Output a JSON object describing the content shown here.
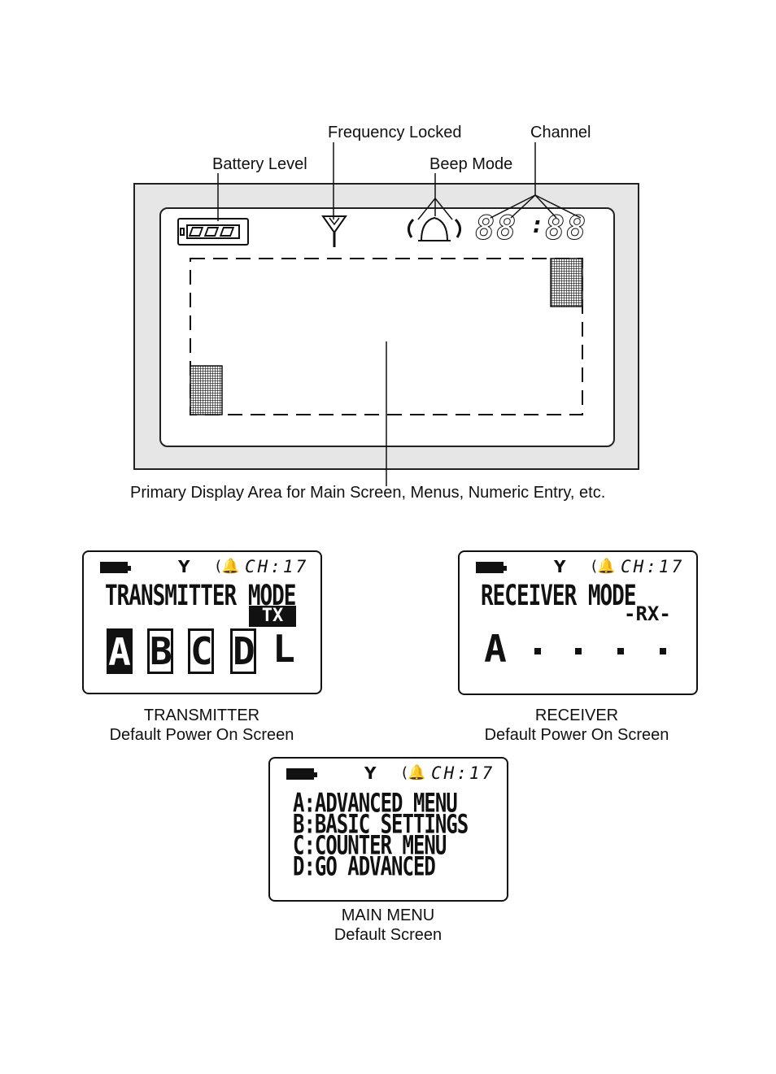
{
  "callouts": {
    "frequency_locked": "Frequency Locked",
    "channel": "Channel",
    "battery_level": "Battery Level",
    "beep_mode": "Beep Mode",
    "primary_display": "Primary Display Area for Main Screen, Menus, Numeric Entry, etc."
  },
  "lcd": {
    "channel_digits_left": "88",
    "colon": ":",
    "channel_digits_right": "88"
  },
  "status_bar": {
    "channel_text": "CH:17"
  },
  "transmitter": {
    "title": "TRANSMITTER MODE",
    "tag": "TX",
    "letters": [
      "A",
      "B",
      "C",
      "D",
      "L"
    ],
    "caption_line1": "TRANSMITTER",
    "caption_line2": "Default Power On Screen"
  },
  "receiver": {
    "title": "RECEIVER MODE",
    "tag": "-RX-",
    "letter": "A",
    "caption_line1": "RECEIVER",
    "caption_line2": "Default Power On Screen"
  },
  "main_menu": {
    "items": [
      "A:ADVANCED MENU",
      "B:BASIC SETTINGS",
      "C:COUNTER MENU",
      "D:GO ADVANCED"
    ],
    "caption_line1": "MAIN MENU",
    "caption_line2": "Default Screen"
  }
}
